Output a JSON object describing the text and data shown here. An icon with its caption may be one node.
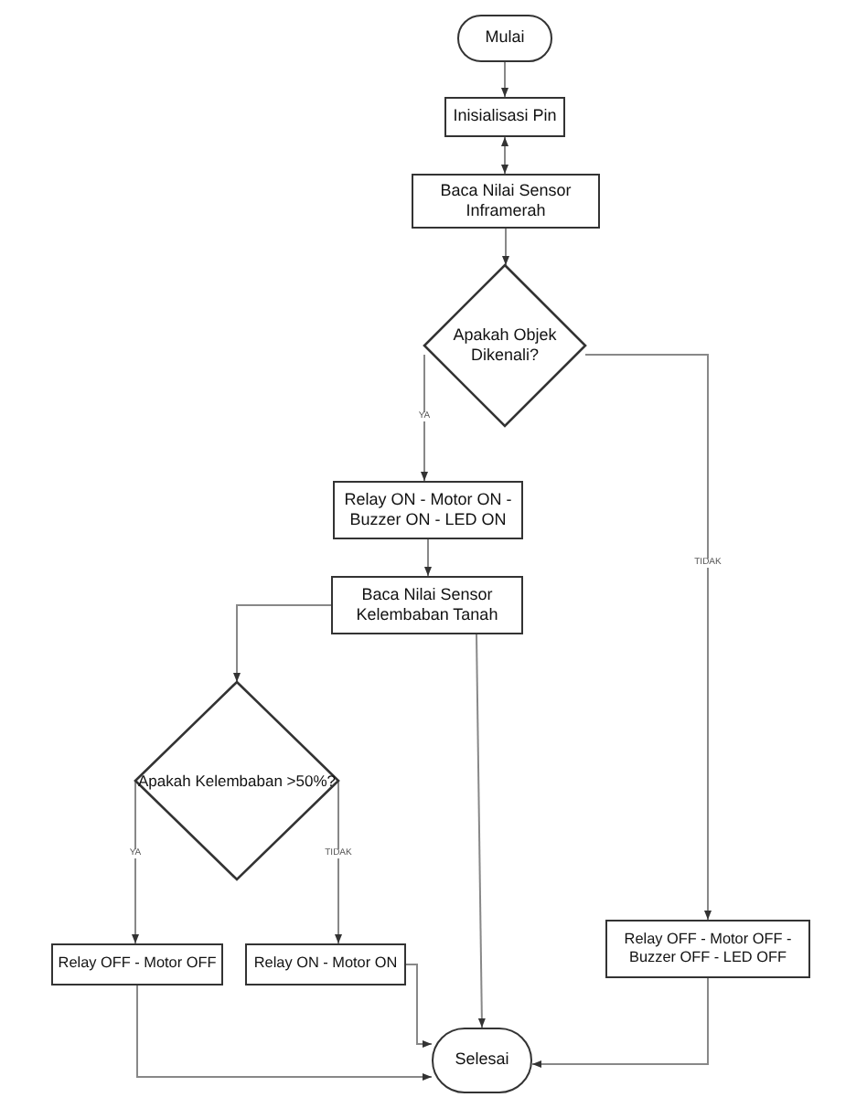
{
  "diagram": {
    "nodes": [
      {
        "text": [
          "Mulai"
        ]
      },
      {
        "text": [
          "Inisialisasi Pin"
        ]
      },
      {
        "text": [
          "Baca Nilai Sensor Inframerah"
        ]
      },
      {
        "text": [
          "Apakah Objek Dikenali?"
        ]
      },
      {
        "text": [
          "Relay ON - Motor ON - Buzzer ON - LED ON"
        ]
      },
      {
        "text": [
          "Baca Nilai Sensor Kelembaban Tanah"
        ]
      },
      {
        "text": [
          "Apakah Kelembaban >50%?"
        ]
      },
      {
        "text": [
          "Relay OFF - Motor OFF"
        ]
      },
      {
        "text": [
          "Relay ON - Motor ON"
        ]
      },
      {
        "text": [
          "Relay OFF - Motor OFF - Buzzer OFF - LED OFF"
        ]
      },
      {
        "text": [
          "Selesai"
        ]
      }
    ],
    "edges": [
      {
        "from": 0,
        "to": 1,
        "arrow": "to"
      },
      {
        "from": 1,
        "to": 2,
        "arrow": "both"
      },
      {
        "from": 2,
        "to": 3,
        "arrow": "to"
      },
      {
        "from": 3,
        "to": 4,
        "arrow": "to",
        "label": "YA"
      },
      {
        "from": 3,
        "to": 9,
        "arrow": "to",
        "label": "TIDAK"
      },
      {
        "from": 4,
        "to": 5,
        "arrow": "to"
      },
      {
        "from": 5,
        "to": 6,
        "arrow": "to"
      },
      {
        "from": 5,
        "to": 10,
        "arrow": "to"
      },
      {
        "from": 6,
        "to": 7,
        "arrow": "to",
        "label": "YA"
      },
      {
        "from": 6,
        "to": 8,
        "arrow": "to",
        "label": "TIDAK"
      },
      {
        "from": 7,
        "to": 10,
        "arrow": "to"
      },
      {
        "from": 8,
        "to": 10,
        "arrow": "to"
      },
      {
        "from": 9,
        "to": 10,
        "arrow": "to"
      }
    ]
  }
}
